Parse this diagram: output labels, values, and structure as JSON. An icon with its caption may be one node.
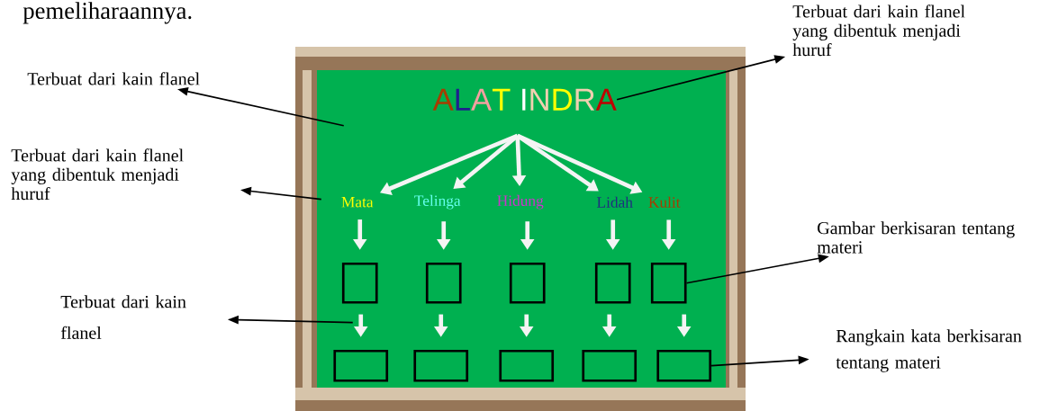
{
  "diagram": {
    "nodes": [
      {
        "text": [],
        "shape": "box"
      },
      {
        "text": [
          "ALAT INDRA"
        ],
        "in": 0
      },
      {
        "text": [
          "Mata"
        ],
        "in": 0
      },
      {
        "text": [
          "Telinga"
        ],
        "in": 0
      },
      {
        "text": [
          "Hidung"
        ],
        "in": 0
      },
      {
        "text": [
          "Lidah"
        ],
        "in": 0
      },
      {
        "text": [
          "Kulit"
        ],
        "in": 0
      },
      {
        "text": [],
        "shape": "box",
        "in": 0
      },
      {
        "text": [],
        "shape": "box",
        "in": 0
      },
      {
        "text": [],
        "shape": "box",
        "in": 0
      },
      {
        "text": [],
        "shape": "box",
        "in": 0
      },
      {
        "text": [],
        "shape": "box",
        "in": 0
      },
      {
        "text": [],
        "shape": "box",
        "in": 0
      },
      {
        "text": [],
        "shape": "box",
        "in": 0
      },
      {
        "text": [],
        "shape": "box",
        "in": 0
      },
      {
        "text": [],
        "shape": "box",
        "in": 0
      },
      {
        "text": [],
        "shape": "box",
        "in": 0
      },
      {
        "text": [
          "Terbuat dari kain flanel"
        ]
      },
      {
        "text": [
          "Terbuat dari kain flanel yang dibentuk menjadi huruf"
        ]
      },
      {
        "text": [
          "Terbuat dari kain flanel"
        ]
      },
      {
        "text": [
          "Terbuat dari kain flanel yang dibentuk menjadi huruf"
        ]
      },
      {
        "text": [
          "Gambar berkisaran tentang materi"
        ]
      },
      {
        "text": [
          "Rangkain kata berkisaran tentang materi"
        ]
      }
    ],
    "edges": [
      {
        "from": 1,
        "to": 2,
        "arrow": "to"
      },
      {
        "from": 1,
        "to": 3,
        "arrow": "to"
      },
      {
        "from": 1,
        "to": 4,
        "arrow": "to"
      },
      {
        "from": 1,
        "to": 5,
        "arrow": "to"
      },
      {
        "from": 1,
        "to": 6,
        "arrow": "to"
      },
      {
        "from": 2,
        "to": 7,
        "arrow": "to"
      },
      {
        "from": 3,
        "to": 8,
        "arrow": "to"
      },
      {
        "from": 4,
        "to": 9,
        "arrow": "to"
      },
      {
        "from": 5,
        "to": 10,
        "arrow": "to"
      },
      {
        "from": 6,
        "to": 11,
        "arrow": "to"
      },
      {
        "from": 7,
        "to": 12,
        "arrow": "to"
      },
      {
        "from": 8,
        "to": 13,
        "arrow": "to"
      },
      {
        "from": 9,
        "to": 14,
        "arrow": "to"
      },
      {
        "from": 10,
        "to": 15,
        "arrow": "to"
      },
      {
        "from": 11,
        "to": 16,
        "arrow": "to"
      },
      {
        "from": 0,
        "to": 17,
        "arrow": "to",
        "color": "#000000"
      },
      {
        "from": 0,
        "to": 18,
        "arrow": "to",
        "color": "#000000"
      },
      {
        "from": 0,
        "to": 19,
        "arrow": "to",
        "color": "#000000"
      },
      {
        "from": 1,
        "to": 20,
        "arrow": "to",
        "color": "#000000"
      },
      {
        "from": 11,
        "to": 21,
        "arrow": "to",
        "color": "#000000"
      },
      {
        "from": 16,
        "to": 22,
        "arrow": "to",
        "color": "#000000"
      }
    ],
    "labels": [
      "pemeliharaannya."
    ]
  }
}
